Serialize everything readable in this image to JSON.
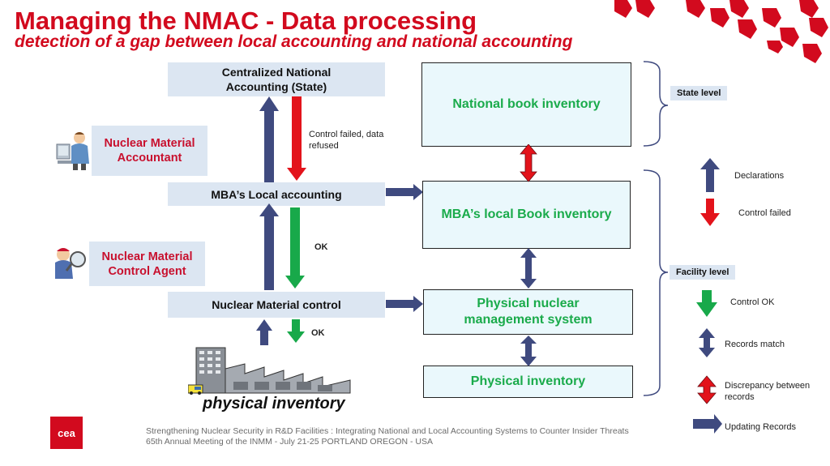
{
  "title": "Managing the NMAC - Data processing",
  "subtitle": "detection of a gap between local accounting and national accounting",
  "left_boxes": {
    "national": "Centralized National Accounting (State)",
    "local": "MBA’s Local accounting",
    "control": "Nuclear Material control"
  },
  "roles": {
    "accountant": "Nuclear Material Accountant",
    "agent": "Nuclear Material Control Agent"
  },
  "annotations": {
    "control_failed": "Control failed, data refused",
    "ok_upper": "OK",
    "ok_lower": "OK"
  },
  "physical_label": "physical inventory",
  "right_boxes": {
    "national_book": "National book inventory",
    "local_book": "MBA’s local Book inventory",
    "management": "Physical nuclear management system",
    "physical": "Physical inventory"
  },
  "levels": {
    "state": "State level",
    "facility": "Facility level"
  },
  "legend": {
    "declarations": "Declarations",
    "control_failed": "Control failed",
    "control_ok": "Control OK",
    "records_match": "Records match",
    "discrepancy": "Discrepancy between records",
    "updating": "Updating Records"
  },
  "footer": {
    "line1": "Strengthening Nuclear Security in R&D Facilities : Integrating National and Local Accounting Systems to Counter Insider Threats",
    "line2": "65th Annual Meeting of the INMM - July 21-25 PORTLAND OREGON - USA"
  },
  "logo_text": "cea",
  "colors": {
    "title_red": "#d20a1e",
    "navy": "#3f4a7f",
    "red_arrow": "#e3131b",
    "green_arrow": "#18a94a",
    "box_fill": "#dce6f2",
    "inventory_fill": "#eaf8fc",
    "inventory_text": "#1aab4b"
  }
}
